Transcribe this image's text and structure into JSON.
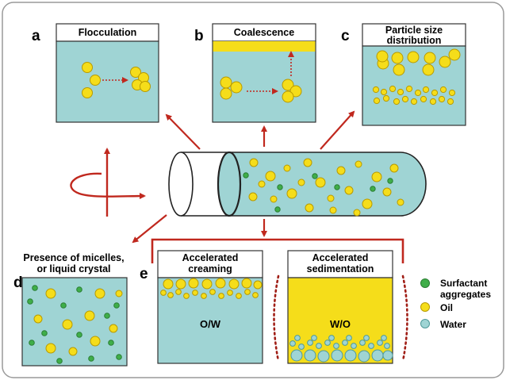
{
  "panels": {
    "a": {
      "letter": "a",
      "title": "Flocculation"
    },
    "b": {
      "letter": "b",
      "title": "Coalescence"
    },
    "c": {
      "letter": "c",
      "title_line1": "Particle size",
      "title_line2": "distribution"
    },
    "d": {
      "letter": "d",
      "title_line1": "Presence of micelles,",
      "title_line2": "or liquid crystal"
    },
    "e": {
      "letter": "e",
      "creaming_line1": "Accelerated",
      "creaming_line2": "creaming",
      "creaming_label": "O/W",
      "sedimentation_line1": "Accelerated",
      "sedimentation_line2": "sedimentation",
      "sedimentation_label": "W/O"
    }
  },
  "legend": {
    "surfactant_line1": "Surfactant",
    "surfactant_line2": "aggregates",
    "oil": "Oil",
    "water": "Water"
  },
  "colors": {
    "water": "#9fd4d4",
    "oil": "#f5dd1a",
    "oil_stroke": "#b89a00",
    "surfactant": "#3fae49",
    "arrow": "#c0281e",
    "border": "#333333"
  }
}
